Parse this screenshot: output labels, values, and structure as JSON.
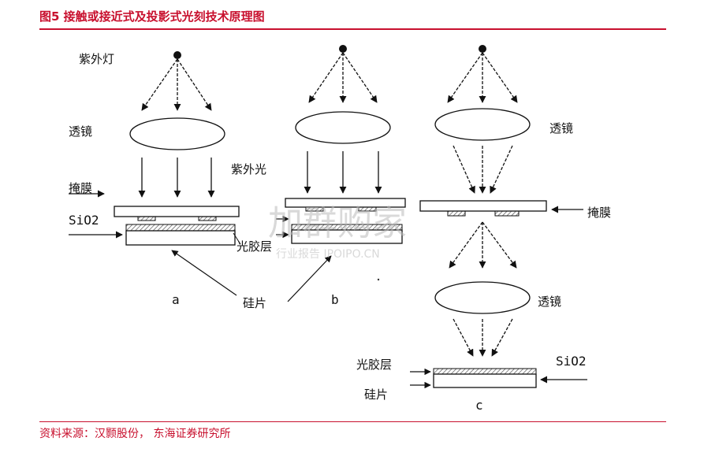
{
  "title": "图5  接触或接近式及投影式光刻技术原理图",
  "source": "资料来源：汉颢股份， 东海证券研究所",
  "colors": {
    "accent": "#c8102e",
    "line": "#111111"
  },
  "watermark": {
    "main": "加群购家",
    "sub": "行业报告 IPOIPO.CN"
  },
  "labels": {
    "uv_lamp": "紫外灯",
    "lens_a": "透镜",
    "uv_light": "紫外光",
    "mask_a": "掩膜",
    "sio2_a": "SiO2",
    "photoresist_a": "光胶层",
    "wafer_center": "硅片",
    "lens_c1": "透镜",
    "mask_c": "掩膜",
    "lens_c2": "透镜",
    "photoresist_c": "光胶层",
    "sio2_c": "SiO2",
    "wafer_c": "硅片"
  },
  "panels": {
    "a": "a",
    "b": "b",
    "c": "c"
  }
}
